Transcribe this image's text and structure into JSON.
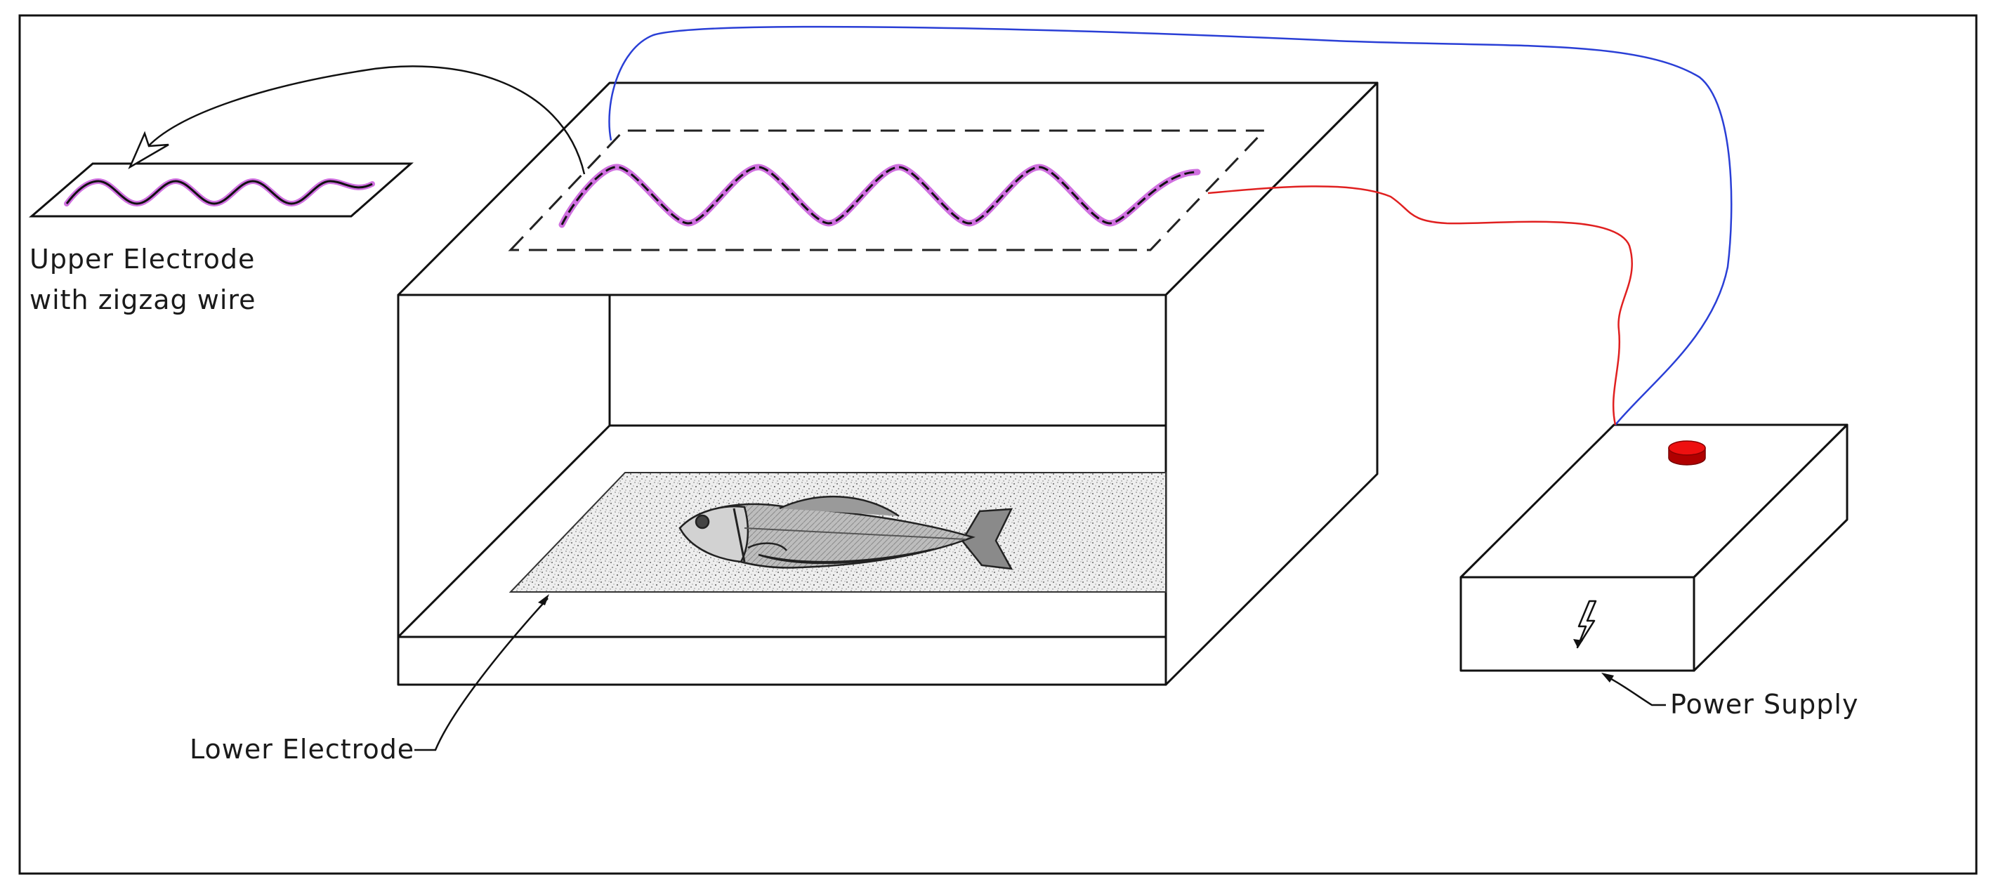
{
  "labels": {
    "upper_electrode_line1": "Upper Electrode",
    "upper_electrode_line2": "with zigzag wire",
    "lower_electrode": "Lower Electrode",
    "power_supply": "Power Supply"
  },
  "colors": {
    "outline": "#111111",
    "positive_wire": "#e02020",
    "negative_wire": "#2a3fd6",
    "zigzag_highlight": "#d070e0",
    "button": "#e00000",
    "electrode_fill": "#e6e6e6",
    "fish_body": "#c8c8c8",
    "fish_dark": "#8a8a8a"
  },
  "icons": {
    "power_symbol": "lightning-bolt-icon",
    "power_button": "red-button-icon"
  }
}
